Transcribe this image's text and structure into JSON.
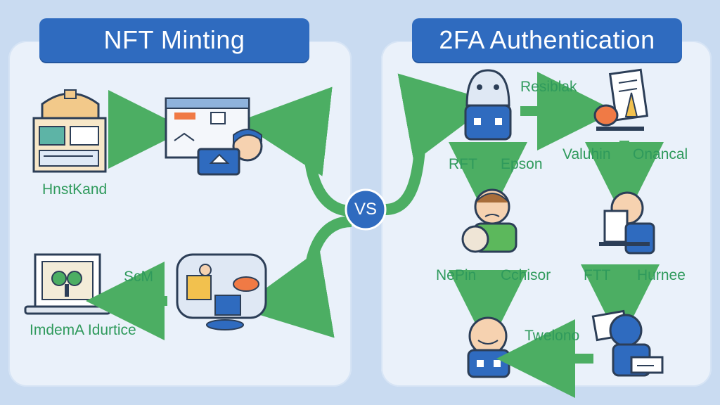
{
  "titles": {
    "left": "NFT Minting",
    "right": "2FA Authentication"
  },
  "center": {
    "vs": "VS"
  },
  "left_labels": {
    "top_left": "HnstKand",
    "bottom_arrow": "ScM",
    "bottom_left": "ImdemA Idurtice"
  },
  "right_labels": {
    "top_arrow": "Resiblak",
    "rft": "RFT",
    "epson": "Epson",
    "valuhin": "Valuhin",
    "onancal": "Onancal",
    "nepin": "NePin",
    "cchisor": "Cchisor",
    "ftt": "FTT",
    "hurnee": "Hurnee",
    "twelono": "Twelono"
  },
  "colors": {
    "background": "#c9dbf1",
    "panel": "#eaf1fa",
    "banner": "#2f6bbf",
    "arrow_green": "#4cae63",
    "label_green": "#2f9a5c",
    "vs_circle": "#2f6bbf"
  }
}
